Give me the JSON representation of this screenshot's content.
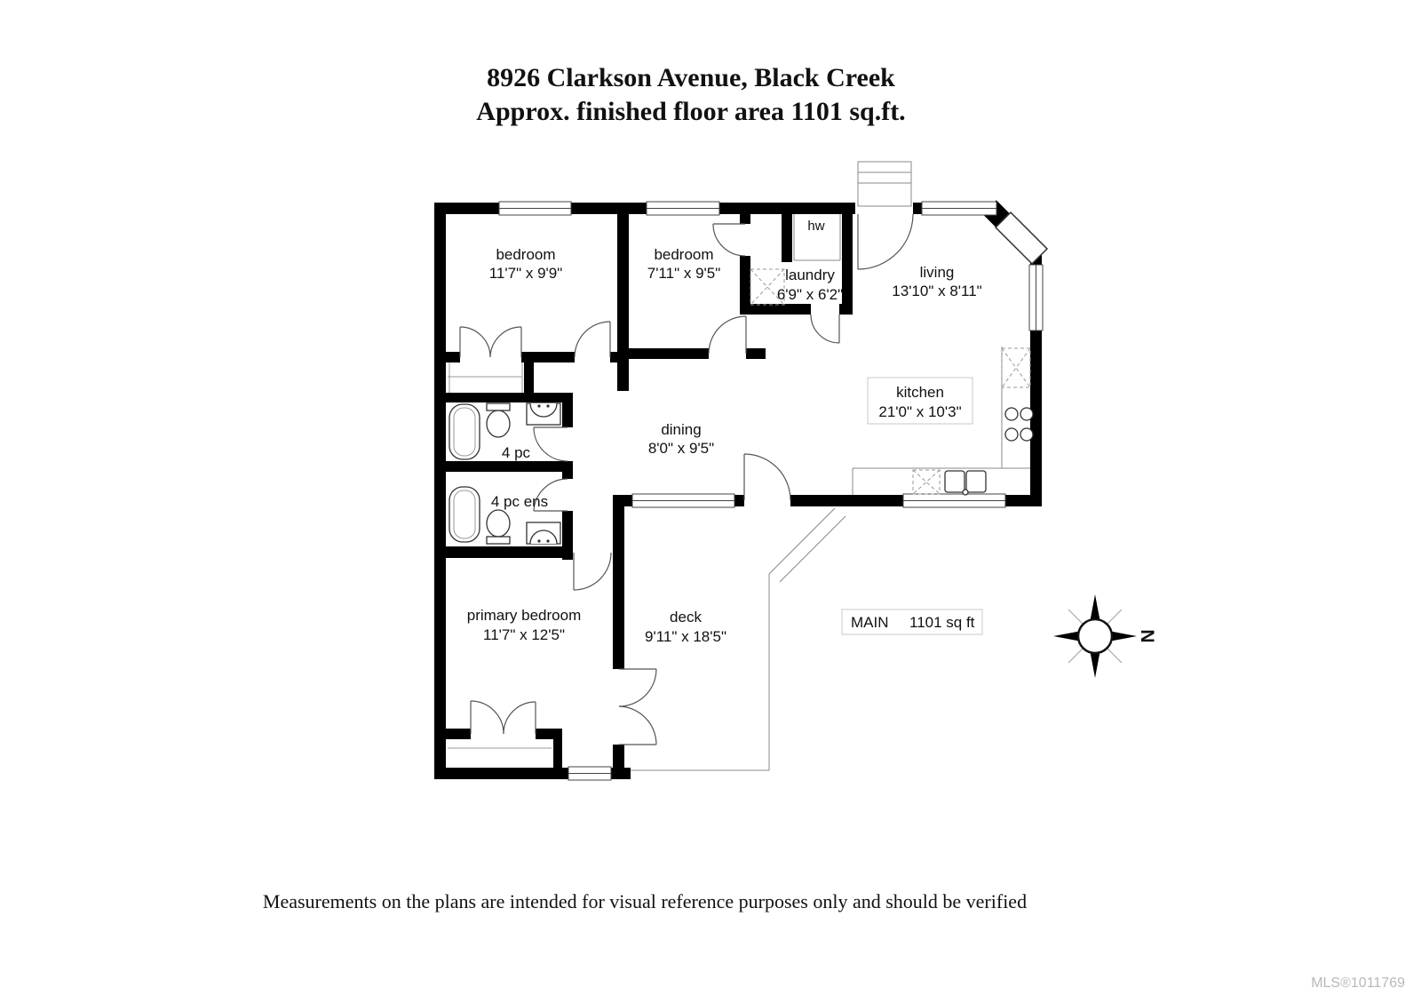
{
  "title": {
    "line1": "8926 Clarkson Avenue, Black Creek",
    "line2": "Approx. finished floor area 1101 sq.ft."
  },
  "rooms": {
    "bedroom1": {
      "name": "bedroom",
      "dims": "11'7\" x 9'9\""
    },
    "bedroom2": {
      "name": "bedroom",
      "dims": "7'11\" x 9'5\""
    },
    "laundry": {
      "name": "laundry",
      "dims": "6'9\" x 6'2\""
    },
    "living": {
      "name": "living",
      "dims": "13'10\" x 8'11\""
    },
    "kitchen": {
      "name": "kitchen",
      "dims": "21'0\" x 10'3\""
    },
    "dining": {
      "name": "dining",
      "dims": "8'0\" x 9'5\""
    },
    "bath_main": {
      "name": "4 pc"
    },
    "bath_ensuite": {
      "name": "4 pc ens"
    },
    "primary": {
      "name": "primary bedroom",
      "dims": "11'7\" x 12'5\""
    },
    "deck": {
      "name": "deck",
      "dims": "9'11\" x 18'5\""
    },
    "hot_water": {
      "name": "hw"
    }
  },
  "area_label": {
    "level": "MAIN",
    "area": "1101 sq ft"
  },
  "compass": {
    "north_label": "N"
  },
  "footer": {
    "disclaimer": "Measurements on the plans are intended for visual reference purposes only and should be verified",
    "mls": "MLS®1011769"
  },
  "colors": {
    "wall": "#000000",
    "fixture_line": "#333333",
    "thin_line": "#888888",
    "muted_text": "#b8b8b8"
  }
}
